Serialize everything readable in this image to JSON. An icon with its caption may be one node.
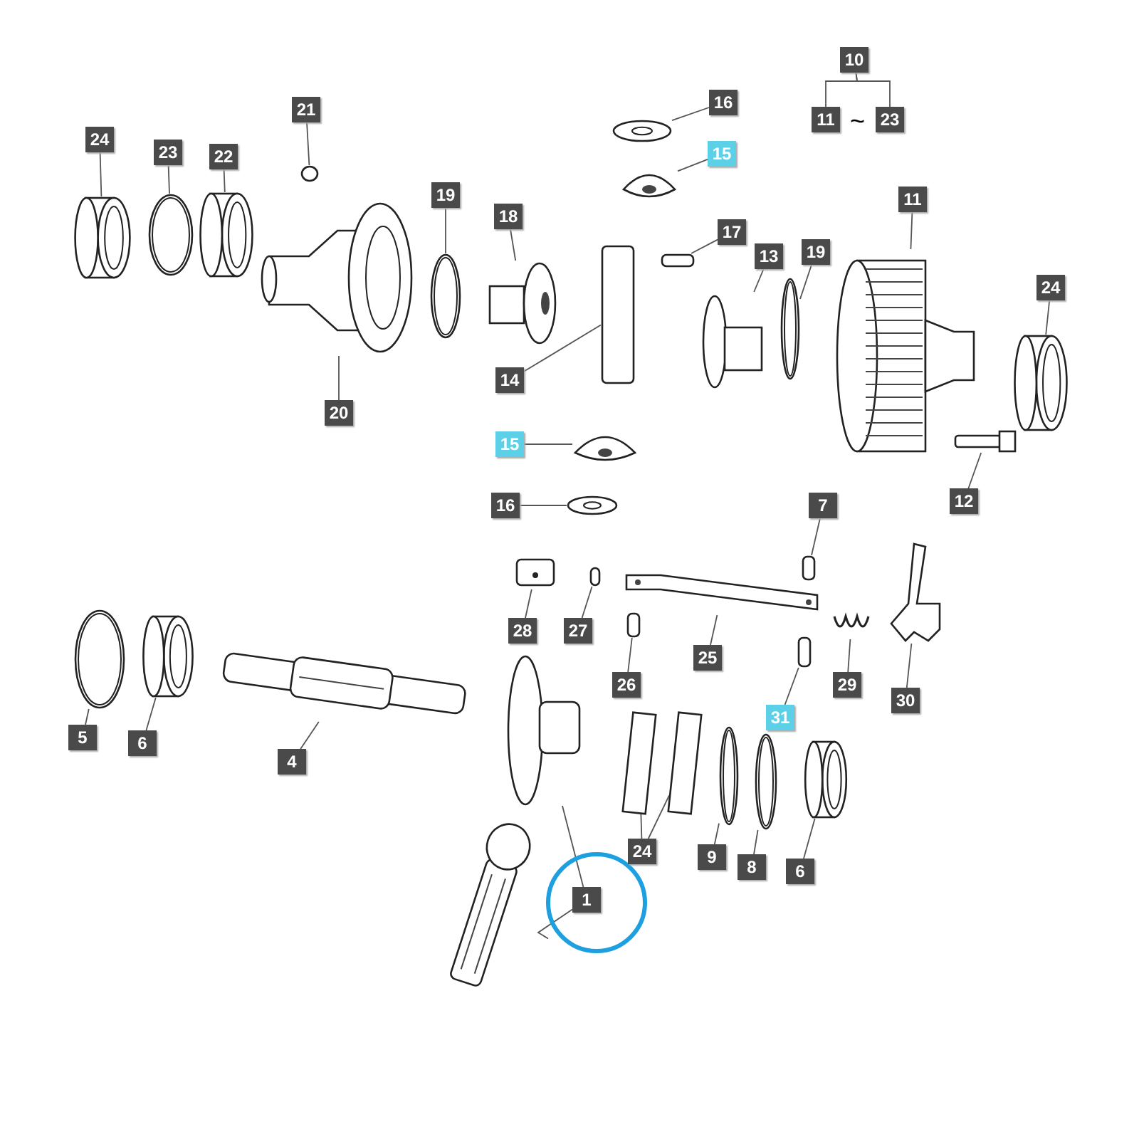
{
  "diagram": {
    "nodes": [
      {
        "text": [
          "24"
        ]
      },
      {
        "text": [],
        "shape": "picture"
      },
      {
        "text": [
          "23"
        ]
      },
      {
        "text": [],
        "shape": "picture"
      },
      {
        "text": [
          "22"
        ]
      },
      {
        "text": [],
        "shape": "picture"
      },
      {
        "text": [
          "21"
        ]
      },
      {
        "text": [],
        "shape": "circle"
      },
      {
        "text": [
          "20"
        ]
      },
      {
        "text": [],
        "shape": "picture"
      },
      {
        "text": [
          "19"
        ]
      },
      {
        "text": [],
        "shape": "picture"
      },
      {
        "text": [
          "18"
        ]
      },
      {
        "text": [],
        "shape": "picture"
      },
      {
        "text": [
          "16"
        ]
      },
      {
        "text": [],
        "shape": "picture"
      },
      {
        "text": [
          "15"
        ]
      },
      {
        "text": [],
        "shape": "picture"
      },
      {
        "text": [
          "17"
        ]
      },
      {
        "text": [],
        "shape": "bar"
      },
      {
        "text": [
          "14"
        ]
      },
      {
        "text": [],
        "shape": "bar"
      },
      {
        "text": [
          "13"
        ]
      },
      {
        "text": [],
        "shape": "picture"
      },
      {
        "text": [
          "19"
        ]
      },
      {
        "text": [],
        "shape": "picture"
      },
      {
        "text": [
          "11"
        ]
      },
      {
        "text": [],
        "shape": "picture"
      },
      {
        "text": [
          "24"
        ]
      },
      {
        "text": [],
        "shape": "picture"
      },
      {
        "text": [
          "15"
        ]
      },
      {
        "text": [],
        "shape": "picture"
      },
      {
        "text": [
          "16"
        ]
      },
      {
        "text": [],
        "shape": "picture"
      },
      {
        "text": [
          "12"
        ]
      },
      {
        "text": [],
        "shape": "picture"
      },
      {
        "text": [
          "7"
        ]
      },
      {
        "text": [],
        "shape": "bar"
      },
      {
        "text": [
          "28"
        ]
      },
      {
        "text": [],
        "shape": "picture"
      },
      {
        "text": [
          "27"
        ]
      },
      {
        "text": [],
        "shape": "bar"
      },
      {
        "text": [
          "25"
        ]
      },
      {
        "text": [],
        "shape": "picture"
      },
      {
        "text": [
          "26"
        ]
      },
      {
        "text": [],
        "shape": "bar"
      },
      {
        "text": [
          "29"
        ]
      },
      {
        "text": [],
        "shape": "picture"
      },
      {
        "text": [
          "30"
        ]
      },
      {
        "text": [],
        "shape": "picture"
      },
      {
        "text": [
          "31"
        ]
      },
      {
        "text": [],
        "shape": "bar"
      },
      {
        "text": [
          "5"
        ]
      },
      {
        "text": [],
        "shape": "picture"
      },
      {
        "text": [
          "6"
        ]
      },
      {
        "text": [],
        "shape": "picture"
      },
      {
        "text": [
          "4"
        ]
      },
      {
        "text": [],
        "shape": "picture"
      },
      {
        "text": [
          "24"
        ]
      },
      {
        "text": [],
        "shape": "box"
      },
      {
        "text": [],
        "shape": "box"
      },
      {
        "text": [
          "9"
        ]
      },
      {
        "text": [],
        "shape": "picture"
      },
      {
        "text": [
          "8"
        ]
      },
      {
        "text": [],
        "shape": "picture"
      },
      {
        "text": [
          "6"
        ]
      },
      {
        "text": [],
        "shape": "picture"
      },
      {
        "text": [
          "1"
        ]
      },
      {
        "text": [],
        "shape": "picture"
      },
      {
        "text": [],
        "shape": "picture"
      },
      {
        "text": [
          "10"
        ]
      },
      {
        "text": [
          "11"
        ]
      },
      {
        "text": [
          "23"
        ]
      }
    ],
    "edges": [
      {
        "from": 0,
        "to": 1,
        "arrow": "none"
      },
      {
        "from": 2,
        "to": 3,
        "arrow": "none"
      },
      {
        "from": 4,
        "to": 5,
        "arrow": "none"
      },
      {
        "from": 6,
        "to": 7,
        "arrow": "none"
      },
      {
        "from": 8,
        "to": 9,
        "arrow": "none"
      },
      {
        "from": 10,
        "to": 11,
        "arrow": "none"
      },
      {
        "from": 12,
        "to": 13,
        "arrow": "none"
      },
      {
        "from": 14,
        "to": 15,
        "arrow": "none"
      },
      {
        "from": 16,
        "to": 17,
        "arrow": "none"
      },
      {
        "from": 18,
        "to": 19,
        "arrow": "none"
      },
      {
        "from": 20,
        "to": 21,
        "arrow": "none"
      },
      {
        "from": 22,
        "to": 23,
        "arrow": "none"
      },
      {
        "from": 24,
        "to": 25,
        "arrow": "none"
      },
      {
        "from": 26,
        "to": 27,
        "arrow": "none"
      },
      {
        "from": 28,
        "to": 29,
        "arrow": "none"
      },
      {
        "from": 30,
        "to": 31,
        "arrow": "none"
      },
      {
        "from": 32,
        "to": 33,
        "arrow": "none"
      },
      {
        "from": 34,
        "to": 35,
        "arrow": "none"
      },
      {
        "from": 36,
        "to": 37,
        "arrow": "none"
      },
      {
        "from": 38,
        "to": 39,
        "arrow": "none"
      },
      {
        "from": 40,
        "to": 41,
        "arrow": "none"
      },
      {
        "from": 42,
        "to": 43,
        "arrow": "none"
      },
      {
        "from": 44,
        "to": 45,
        "arrow": "none"
      },
      {
        "from": 46,
        "to": 47,
        "arrow": "none"
      },
      {
        "from": 48,
        "to": 49,
        "arrow": "none"
      },
      {
        "from": 50,
        "to": 51,
        "arrow": "none"
      },
      {
        "from": 52,
        "to": 53,
        "arrow": "none"
      },
      {
        "from": 54,
        "to": 55,
        "arrow": "none"
      },
      {
        "from": 56,
        "to": 57,
        "arrow": "none"
      },
      {
        "from": 58,
        "to": 59,
        "arrow": "none"
      },
      {
        "from": 58,
        "to": 60,
        "arrow": "none"
      },
      {
        "from": 61,
        "to": 62,
        "arrow": "none"
      },
      {
        "from": 63,
        "to": 64,
        "arrow": "none"
      },
      {
        "from": 65,
        "to": 66,
        "arrow": "none"
      },
      {
        "from": 67,
        "to": 68,
        "arrow": "none"
      },
      {
        "from": 67,
        "to": 69,
        "arrow": "none"
      },
      {
        "from": 70,
        "to": 71,
        "arrow": "none"
      },
      {
        "from": 70,
        "to": 72,
        "arrow": "none"
      }
    ],
    "labels": [
      "~"
    ]
  }
}
